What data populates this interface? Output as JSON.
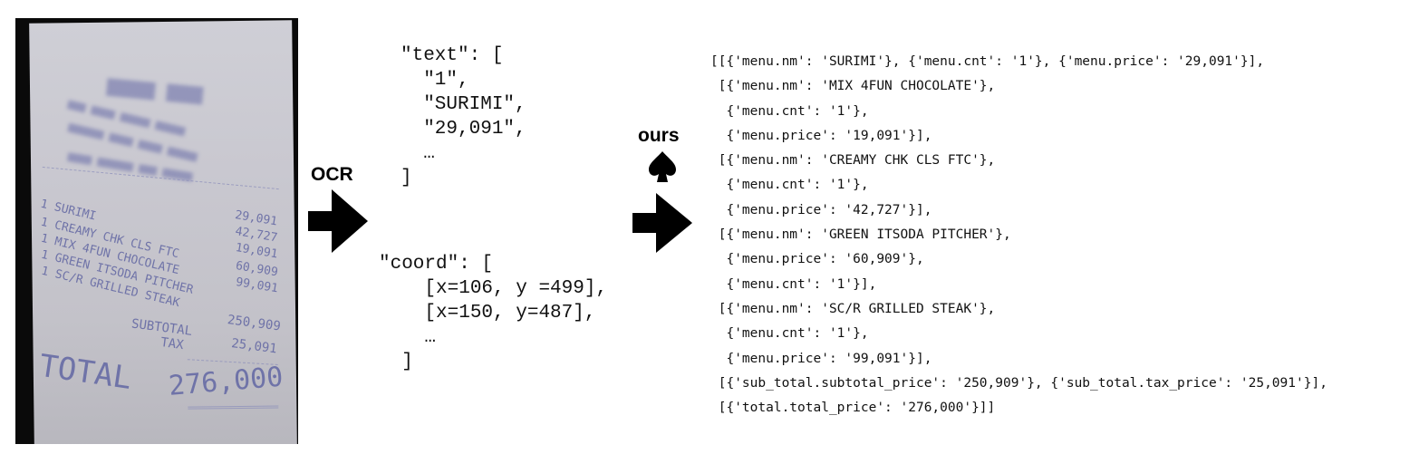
{
  "receipt": {
    "items": [
      {
        "qty": "1",
        "name": "SURIMI",
        "price": "29,091"
      },
      {
        "qty": "1",
        "name": "CREAMY CHK CLS FTC",
        "price": "42,727"
      },
      {
        "qty": "1",
        "name": "MIX 4FUN CHOCOLATE",
        "price": "19,091"
      },
      {
        "qty": "1",
        "name": "GREEN ITSODA PITCHER",
        "price": "60,909"
      },
      {
        "qty": "1",
        "name": "SC/R GRILLED STEAK",
        "price": "99,091"
      }
    ],
    "subtotal_label": "SUBTOTAL",
    "subtotal": "250,909",
    "tax_label": "TAX",
    "tax": "25,091",
    "total_label": "TOTAL",
    "total": "276,000"
  },
  "ocr_label": "OCR",
  "ours_label": "ours",
  "ocr_text_block": [
    "\"text\": [",
    "  \"1\",",
    "  \"SURIMI\",",
    "  \"29,091\",",
    "  …",
    "]"
  ],
  "ocr_coord_block": [
    "\"coord\": [",
    "  [x=106, y =499],",
    "  [x=150, y=487],",
    "  …",
    "  ]"
  ],
  "output_lines": [
    "[[{'menu.nm': 'SURIMI'}, {'menu.cnt': '1'}, {'menu.price': '29,091'}],",
    " [{'menu.nm': 'MIX 4FUN CHOCOLATE'},",
    "  {'menu.cnt': '1'},",
    "  {'menu.price': '19,091'}],",
    " [{'menu.nm': 'CREAMY CHK CLS FTC'},",
    "  {'menu.cnt': '1'},",
    "  {'menu.price': '42,727'}],",
    " [{'menu.nm': 'GREEN ITSODA PITCHER'},",
    "  {'menu.price': '60,909'},",
    "  {'menu.cnt': '1'}],",
    " [{'menu.nm': 'SC/R GRILLED STEAK'},",
    "  {'menu.cnt': '1'},",
    "  {'menu.price': '99,091'}],",
    " [{'sub_total.subtotal_price': '250,909'}, {'sub_total.tax_price': '25,091'}],",
    " [{'total.total_price': '276,000'}]]"
  ]
}
